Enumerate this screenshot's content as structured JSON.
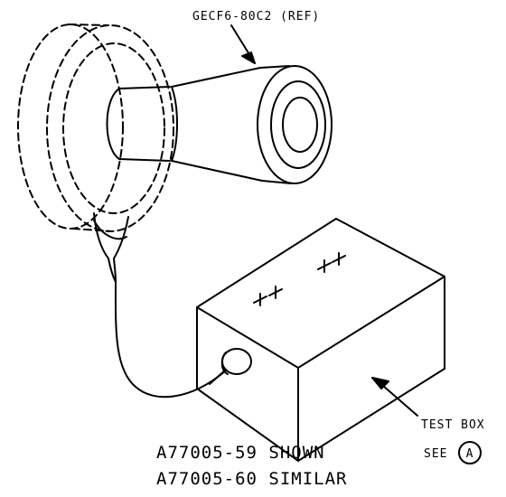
{
  "labels": {
    "engine_ref": "GECF6-80C2 (REF)",
    "test_box": "TEST BOX",
    "see": "SEE",
    "detail": "A",
    "shown": "A77005-59 SHOWN",
    "similar": "A77005-60 SIMILAR"
  },
  "colors": {
    "ink": "#000000",
    "paper": "#ffffff"
  }
}
